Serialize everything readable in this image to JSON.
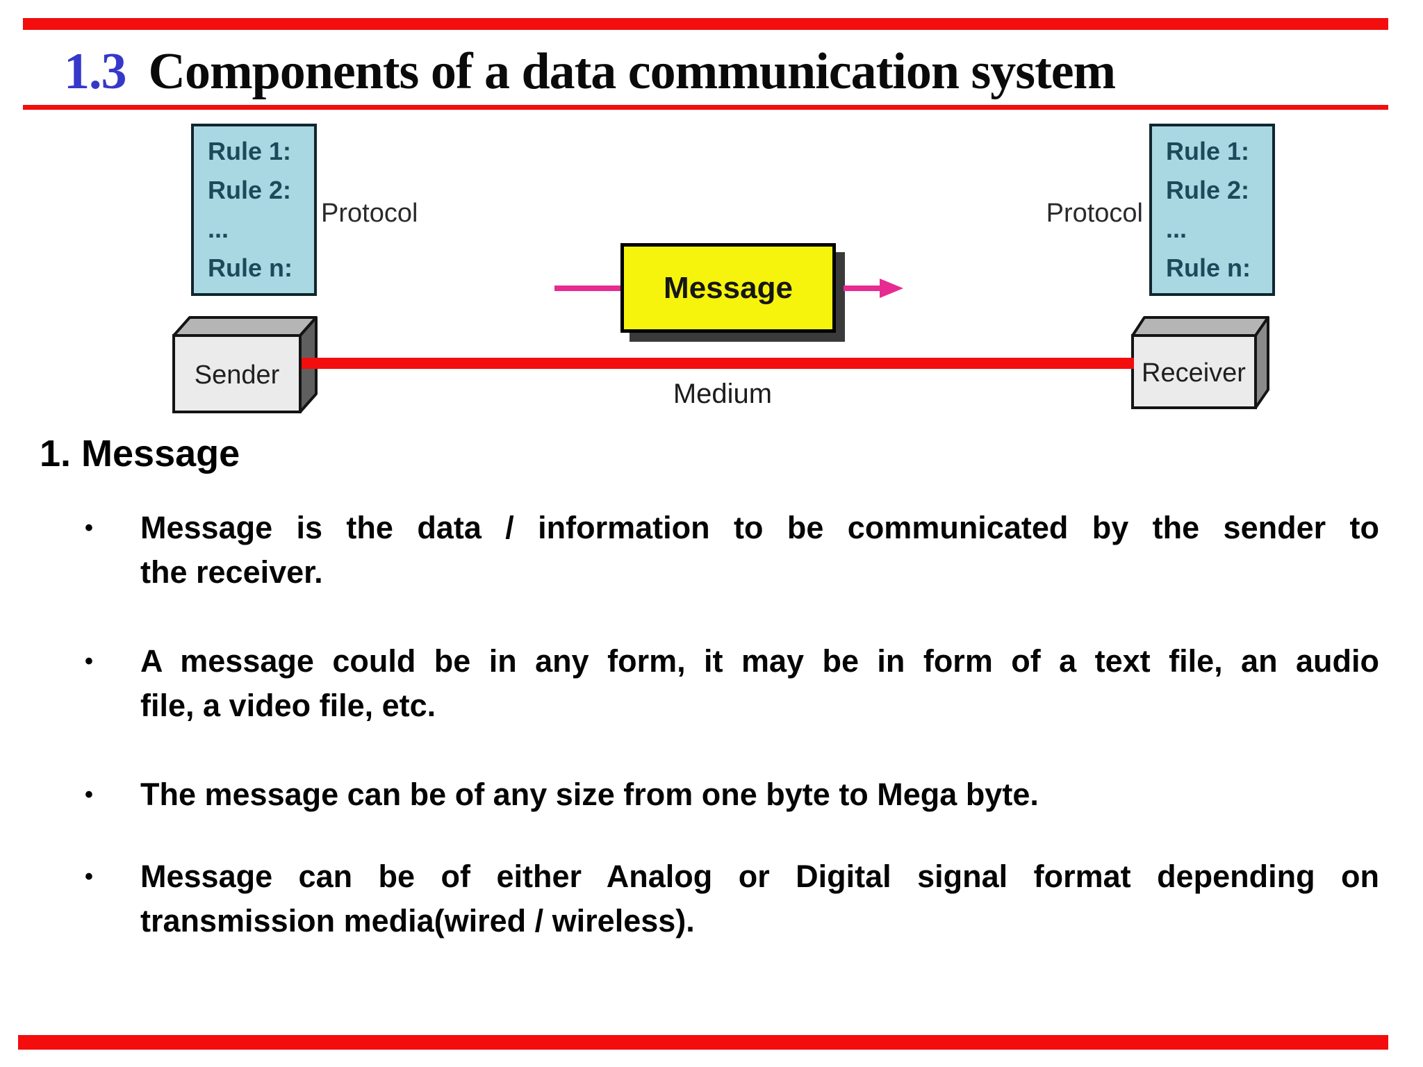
{
  "slide": {
    "title_number": "1.3",
    "title_text": "Components of a data communication system"
  },
  "diagram": {
    "protocol_label": "Protocol",
    "rules": [
      "Rule 1:",
      "Rule 2:",
      "...",
      "Rule n:"
    ],
    "sender_label": "Sender",
    "receiver_label": "Receiver",
    "message_label": "Message",
    "medium_label": "Medium"
  },
  "content": {
    "heading": "1. Message",
    "bullet_char": "•",
    "bullets": [
      {
        "lines": [
          "Message is the data / information to be communicated by the sender to",
          "the receiver."
        ]
      },
      {
        "lines": [
          "A message could be in any form, it may be in form of a text file, an audio",
          "file, a video file, etc."
        ]
      },
      {
        "lines": [
          "The message can be of any size from one byte to Mega byte."
        ]
      },
      {
        "lines": [
          "Message can be of either Analog or Digital signal format depending on",
          "transmission media(wired / wireless)."
        ]
      }
    ]
  },
  "colors": {
    "accent_red": "#f30d0d",
    "title_blue": "#3538c9",
    "protocol_box_fill": "#aad8e2",
    "protocol_box_border": "#10262e",
    "rule_text": "#1c4a5a",
    "message_yellow": "#f6f40c",
    "arrow_pink": "#e62b91",
    "box_front_gray": "#ebebeb",
    "box_top_gray": "#b5b5b5",
    "sender_side_gray": "#5f5f5f",
    "receiver_side_gray": "#8a8a8a"
  }
}
